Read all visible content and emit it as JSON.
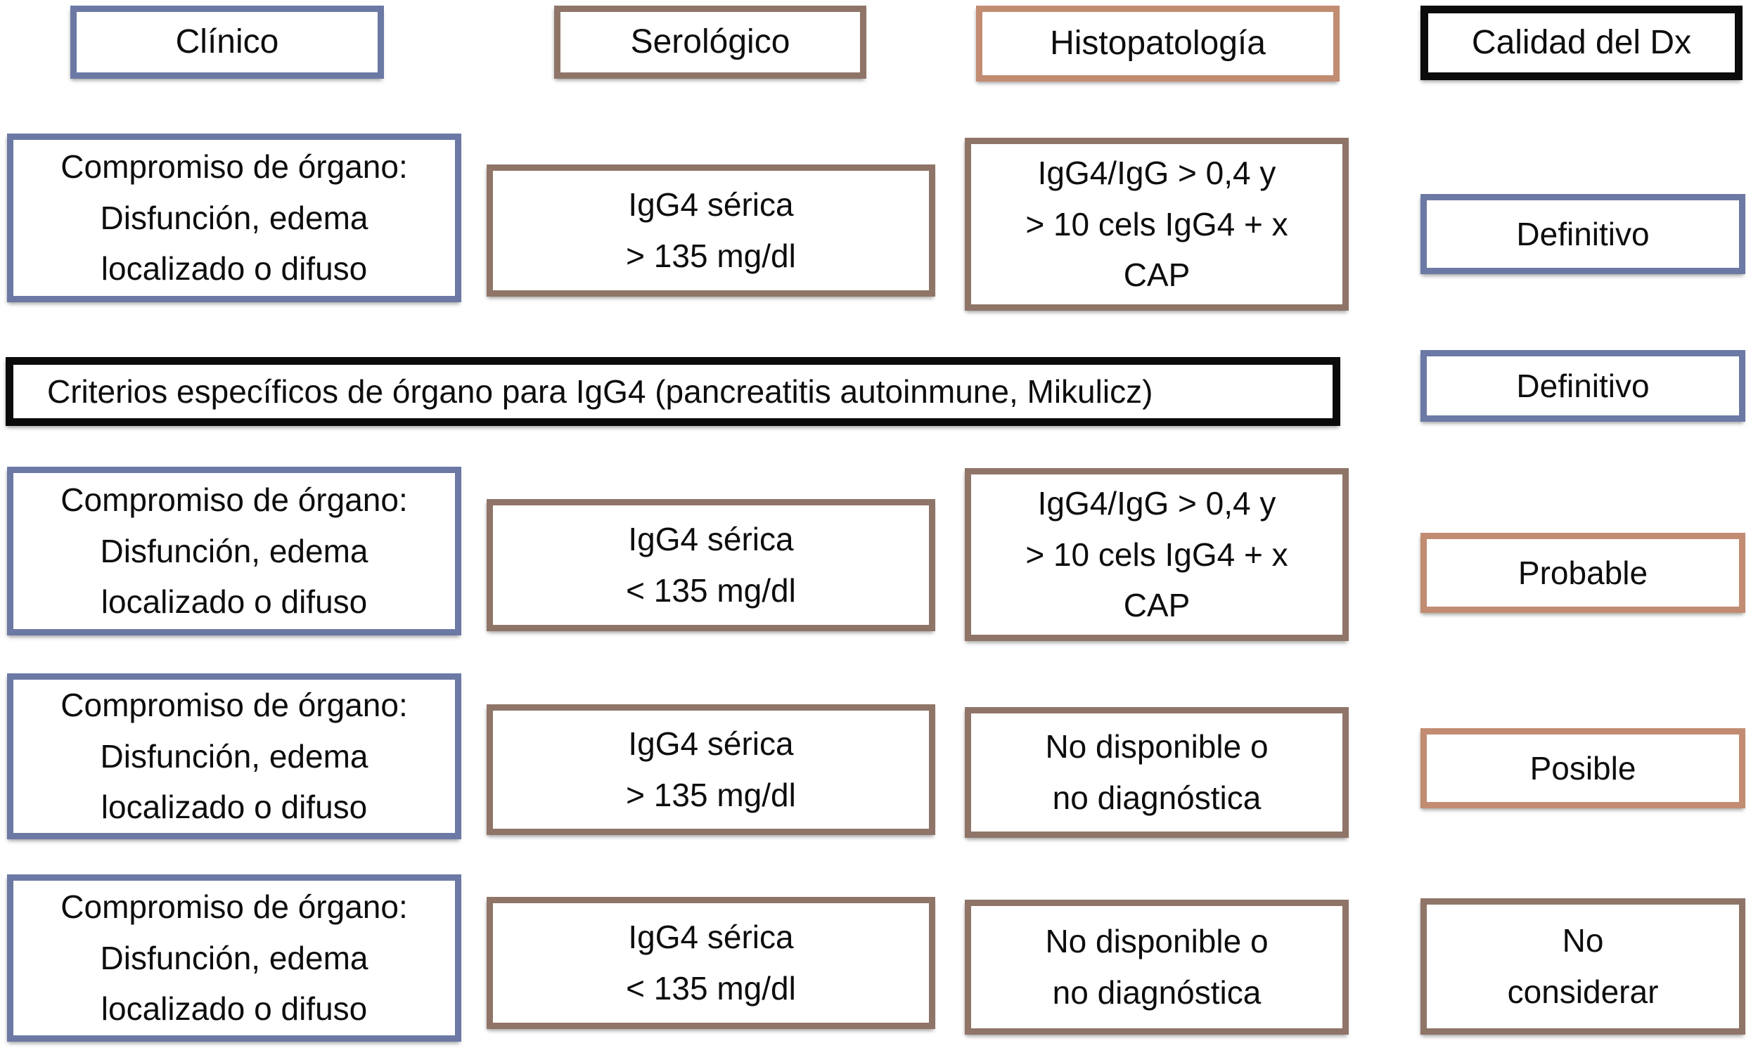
{
  "figure": {
    "type": "diagnostic-criteria-flow-diagram",
    "language": "es",
    "topic": "IgG4 diagnostic criteria",
    "colors": {
      "clinical_blue": "#6B79A4",
      "serology_brown": "#8F7568",
      "histology_salmon": "#C28C73",
      "quality_black": "#0B0B0B",
      "text": "#0D0D0D",
      "background": "#FFFFFF"
    },
    "headers": {
      "clinical": "Clínico",
      "serology": "Serológico",
      "histology": "Histopatología",
      "quality": "Calidad del Dx"
    },
    "rows": [
      {
        "clinical": "Compromiso de órgano:\nDisfunción, edema\nlocalizado o difuso",
        "serology": "IgG4 sérica\n> 135 mg/dl",
        "histology": "IgG4/IgG > 0,4 y\n> 10 cels IgG4 + x\nCAP",
        "quality": "Definitivo"
      },
      {
        "organ_specific": "Criterios específicos de órgano para IgG4 (pancreatitis autoinmune, Mikulicz)",
        "quality": "Definitivo"
      },
      {
        "clinical": "Compromiso de órgano:\nDisfunción, edema\nlocalizado o difuso",
        "serology": "IgG4 sérica\n< 135 mg/dl",
        "histology": "IgG4/IgG > 0,4 y\n> 10 cels IgG4 + x\nCAP",
        "quality": "Probable"
      },
      {
        "clinical": "Compromiso de órgano:\nDisfunción, edema\nlocalizado o difuso",
        "serology": "IgG4 sérica\n> 135 mg/dl",
        "histology": "No disponible o\nno diagnóstica",
        "quality": "Posible"
      },
      {
        "clinical": "Compromiso de órgano:\nDisfunción, edema\nlocalizado o difuso",
        "serology": "IgG4 sérica\n< 135 mg/dl",
        "histology": "No disponible o\nno diagnóstica",
        "quality": "No\nconsiderar"
      }
    ]
  }
}
